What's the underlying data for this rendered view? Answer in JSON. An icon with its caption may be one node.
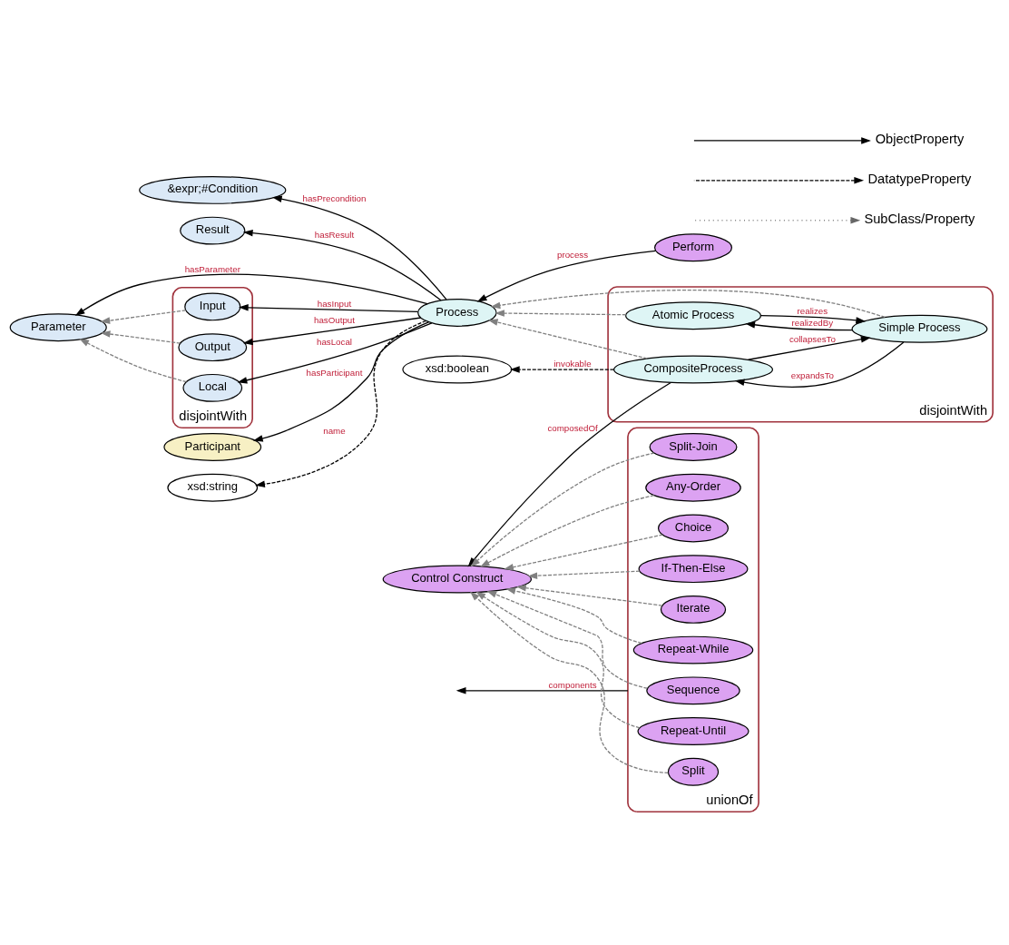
{
  "diagram": {
    "nodes": [
      {
        "text": [
          "&expr;#Condition"
        ]
      },
      {
        "text": [
          "Result"
        ]
      },
      {
        "text": [
          "Parameter"
        ]
      },
      {
        "text": [
          "Perform"
        ]
      },
      {
        "text": [
          "Participant"
        ]
      },
      {
        "text": [
          "xsd:string"
        ]
      },
      {
        "text": [
          "Process"
        ]
      },
      {
        "text": [
          "disjointWith"
        ]
      },
      {
        "text": [
          "Input"
        ],
        "in": 7
      },
      {
        "text": [
          "Output"
        ],
        "in": 7
      },
      {
        "text": [
          "Local"
        ],
        "in": 7
      },
      {
        "text": [
          "disjointWith"
        ]
      },
      {
        "text": [
          "Simple Process"
        ],
        "in": 11
      },
      {
        "text": [
          "Atomic Process"
        ],
        "in": 11
      },
      {
        "text": [
          "CompositeProcess"
        ],
        "in": 11
      },
      {
        "text": [
          "xsd:boolean"
        ]
      },
      {
        "text": [
          "Control Construct"
        ]
      },
      {
        "text": [
          "unionOf"
        ]
      },
      {
        "text": [
          "Sequence"
        ],
        "in": 17
      },
      {
        "text": [
          "Split"
        ],
        "in": 17
      },
      {
        "text": [
          "Split-Join"
        ],
        "in": 17
      },
      {
        "text": [
          "Any-Order"
        ],
        "in": 17
      },
      {
        "text": [
          "Choice"
        ],
        "in": 17
      },
      {
        "text": [
          "If-Then-Else"
        ],
        "in": 17
      },
      {
        "text": [
          "Iterate"
        ],
        "in": 17
      },
      {
        "text": [
          "Repeat-While"
        ],
        "in": 17
      },
      {
        "text": [
          "Repeat-Until"
        ],
        "in": 17
      }
    ],
    "edges": [
      {
        "from": 6,
        "to": 0,
        "arrow": "to",
        "label": "hasPrecondition"
      },
      {
        "from": 6,
        "to": 1,
        "arrow": "to",
        "label": "hasResult"
      },
      {
        "from": 6,
        "to": 2,
        "arrow": "to",
        "label": "hasParameter"
      },
      {
        "from": 3,
        "to": 6,
        "arrow": "to",
        "label": "process"
      },
      {
        "from": 6,
        "to": 4,
        "arrow": "to",
        "label": "hasParticipant"
      },
      {
        "from": 6,
        "to": 5,
        "arrow": "to",
        "label": "name",
        "style": "dashed"
      },
      {
        "from": 6,
        "to": 8,
        "arrow": "to",
        "label": "hasInput"
      },
      {
        "from": 6,
        "to": 9,
        "arrow": "to",
        "label": "hasOutput"
      },
      {
        "from": 6,
        "to": 10,
        "arrow": "to",
        "label": "hasLocal"
      },
      {
        "from": 8,
        "to": 2,
        "arrow": "to",
        "style": "dashed",
        "color": "#808080"
      },
      {
        "from": 9,
        "to": 2,
        "arrow": "to",
        "style": "dashed",
        "color": "#808080"
      },
      {
        "from": 10,
        "to": 2,
        "arrow": "to",
        "style": "dashed",
        "color": "#808080"
      },
      {
        "from": 13,
        "to": 6,
        "arrow": "to",
        "style": "dashed",
        "color": "#808080"
      },
      {
        "from": 12,
        "to": 6,
        "arrow": "to",
        "style": "dashed",
        "color": "#808080"
      },
      {
        "from": 14,
        "to": 6,
        "arrow": "to",
        "style": "dashed",
        "color": "#808080"
      },
      {
        "from": 12,
        "to": 13,
        "arrow": "to",
        "label": "realizedBy"
      },
      {
        "from": 13,
        "to": 12,
        "arrow": "to",
        "label": "realizes"
      },
      {
        "from": 12,
        "to": 14,
        "arrow": "to",
        "label": "expandsTo"
      },
      {
        "from": 14,
        "to": 12,
        "arrow": "to",
        "label": "collapsesTo"
      },
      {
        "from": 14,
        "to": 15,
        "arrow": "to",
        "label": "invokable",
        "style": "dashed"
      },
      {
        "from": 14,
        "to": 16,
        "arrow": "to",
        "label": "composedOf"
      },
      {
        "from": 18,
        "to": 16,
        "arrow": "to",
        "style": "dashed",
        "color": "#808080"
      },
      {
        "from": 19,
        "to": 16,
        "arrow": "to",
        "style": "dashed",
        "color": "#808080"
      },
      {
        "from": 20,
        "to": 16,
        "arrow": "to",
        "style": "dashed",
        "color": "#808080"
      },
      {
        "from": 21,
        "to": 16,
        "arrow": "to",
        "style": "dashed",
        "color": "#808080"
      },
      {
        "from": 22,
        "to": 16,
        "arrow": "to",
        "style": "dashed",
        "color": "#808080"
      },
      {
        "from": 23,
        "to": 16,
        "arrow": "to",
        "style": "dashed",
        "color": "#808080"
      },
      {
        "from": 24,
        "to": 16,
        "arrow": "to",
        "style": "dashed",
        "color": "#808080"
      },
      {
        "from": 25,
        "to": 16,
        "arrow": "to",
        "style": "dashed",
        "color": "#808080"
      },
      {
        "from": 26,
        "to": 16,
        "arrow": "to",
        "style": "dashed",
        "color": "#808080"
      },
      {
        "from": 17,
        "to": null,
        "arrow": "to",
        "label": "components"
      }
    ],
    "legend": [
      {
        "text": "ObjectProperty"
      },
      {
        "text": "DatatypeProperty"
      },
      {
        "text": "SubClass/Property"
      }
    ]
  }
}
